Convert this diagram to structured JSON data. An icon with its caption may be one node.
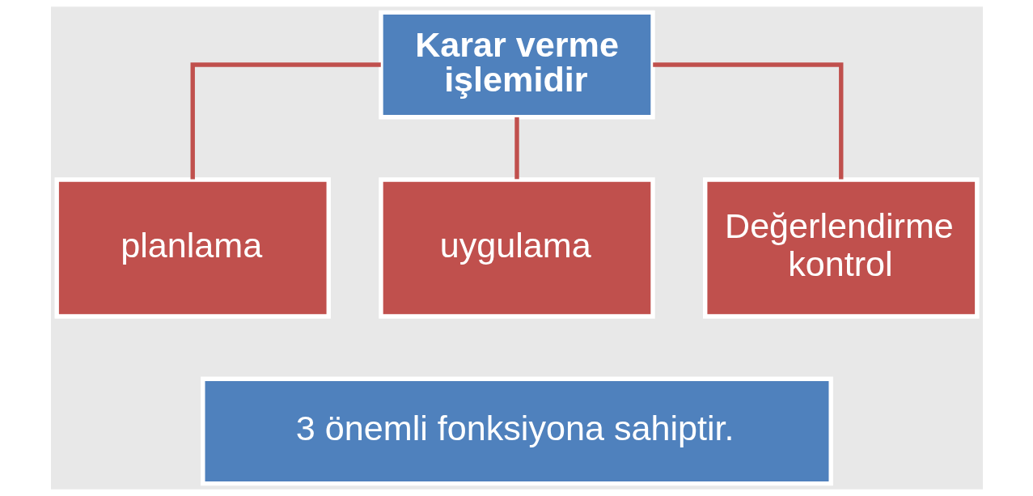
{
  "diagram": {
    "nodes": [
      {
        "text": [
          "Karar verme işlemidir"
        ]
      },
      {
        "text": [
          "planlama"
        ]
      },
      {
        "text": [
          "uygulama"
        ]
      },
      {
        "text": [
          "Değerlendirme kontrol"
        ]
      },
      {
        "text": [
          "3 önemli fonksiyona sahiptir."
        ]
      }
    ],
    "edges": [
      {
        "from": 0,
        "to": 1,
        "arrow": "none"
      },
      {
        "from": 0,
        "to": 2,
        "arrow": "none"
      },
      {
        "from": 0,
        "to": 3,
        "arrow": "none"
      }
    ]
  }
}
